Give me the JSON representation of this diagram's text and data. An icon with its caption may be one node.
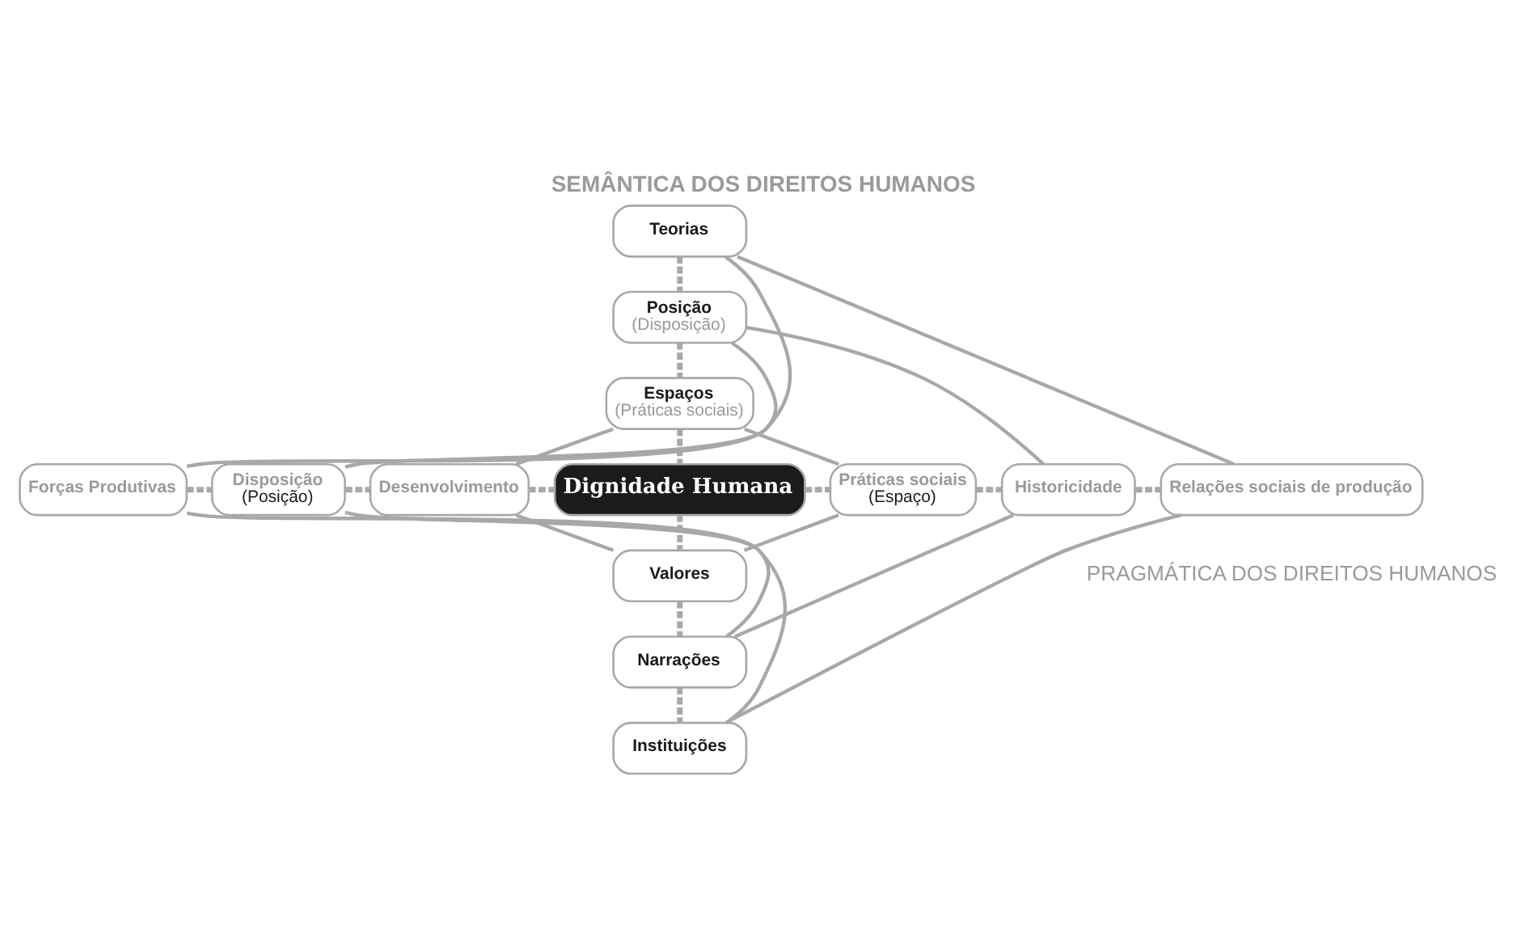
{
  "diagram": {
    "title": "SEMÂNTICA DOS DIREITOS HUMANOS",
    "nodes": [
      {
        "text": [
          "Teorias"
        ]
      },
      {
        "text": [
          "Posição",
          "(Disposição)"
        ]
      },
      {
        "text": [
          "Espaços",
          "(Práticas sociais)"
        ]
      },
      {
        "text": [
          "Forças Produtivas"
        ]
      },
      {
        "text": [
          "Disposição",
          "(Posição)"
        ]
      },
      {
        "text": [
          "Desenvolvimento"
        ]
      },
      {
        "text": [
          "Dignidade Humana"
        ]
      },
      {
        "text": [
          "Práticas sociais",
          "(Espaço)"
        ]
      },
      {
        "text": [
          "Historicidade"
        ]
      },
      {
        "text": [
          "Relações sociais de produção"
        ]
      },
      {
        "text": [
          "Valores"
        ]
      },
      {
        "text": [
          "Narrações"
        ]
      },
      {
        "text": [
          "Instituições"
        ]
      }
    ],
    "edges": [
      {
        "from": 0,
        "to": 1,
        "arrow": "none",
        "style": "dashed"
      },
      {
        "from": 1,
        "to": 2,
        "arrow": "none",
        "style": "dashed"
      },
      {
        "from": 2,
        "to": 6,
        "arrow": "none",
        "style": "dashed"
      },
      {
        "from": 6,
        "to": 10,
        "arrow": "none",
        "style": "dashed"
      },
      {
        "from": 10,
        "to": 11,
        "arrow": "none",
        "style": "dashed"
      },
      {
        "from": 11,
        "to": 12,
        "arrow": "none",
        "style": "dashed"
      },
      {
        "from": 3,
        "to": 4,
        "arrow": "none",
        "style": "dashed"
      },
      {
        "from": 4,
        "to": 5,
        "arrow": "none",
        "style": "dashed"
      },
      {
        "from": 5,
        "to": 6,
        "arrow": "none",
        "style": "dashed"
      },
      {
        "from": 6,
        "to": 7,
        "arrow": "none",
        "style": "dashed"
      },
      {
        "from": 7,
        "to": 8,
        "arrow": "none",
        "style": "dashed"
      },
      {
        "from": 8,
        "to": 9,
        "arrow": "none",
        "style": "dashed"
      },
      {
        "from": 0,
        "to": 3,
        "arrow": "none"
      },
      {
        "from": 0,
        "to": 9,
        "arrow": "none"
      },
      {
        "from": 1,
        "to": 4,
        "arrow": "none"
      },
      {
        "from": 1,
        "to": 8,
        "arrow": "none"
      },
      {
        "from": 2,
        "to": 5,
        "arrow": "none"
      },
      {
        "from": 2,
        "to": 7,
        "arrow": "none"
      },
      {
        "from": 3,
        "to": 12,
        "arrow": "none"
      },
      {
        "from": 9,
        "to": 12,
        "arrow": "none"
      },
      {
        "from": 4,
        "to": 11,
        "arrow": "none"
      },
      {
        "from": 8,
        "to": 11,
        "arrow": "none"
      },
      {
        "from": 5,
        "to": 10,
        "arrow": "none"
      },
      {
        "from": 7,
        "to": 10,
        "arrow": "none"
      }
    ],
    "labels": [
      "PRAGMÁTICA DOS DIREITOS HUMANOS"
    ]
  }
}
